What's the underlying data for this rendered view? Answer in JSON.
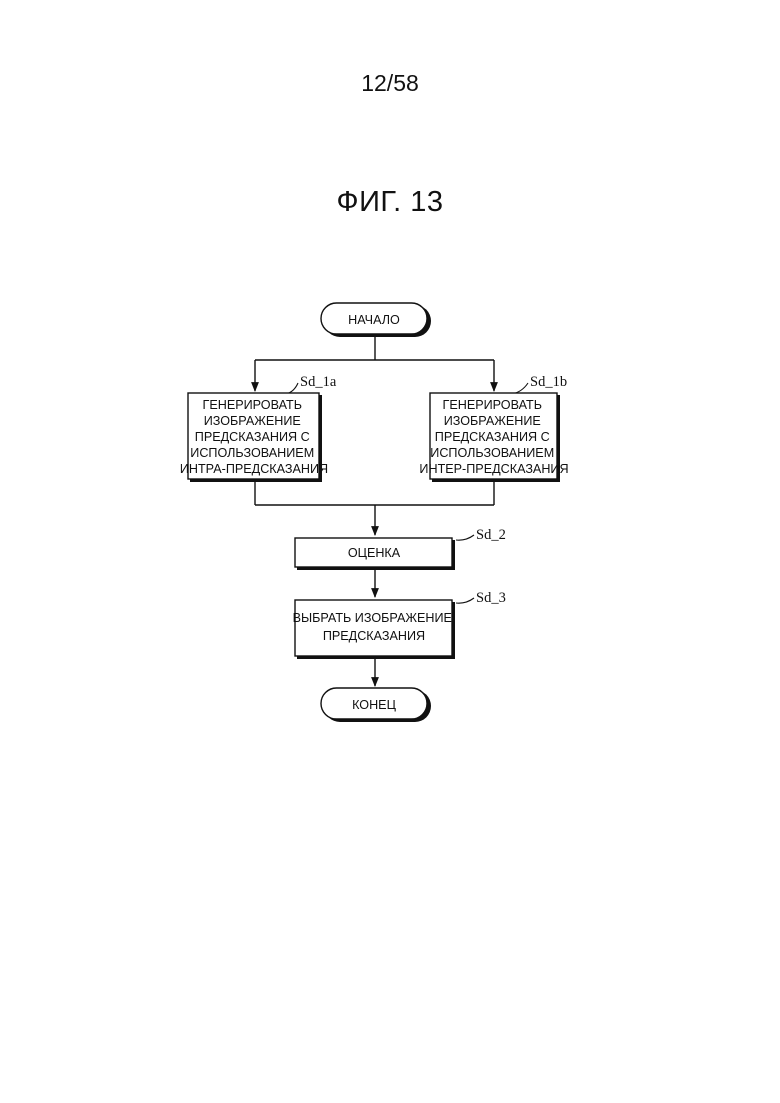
{
  "header": {
    "page_number": "12/58"
  },
  "figure": {
    "title": "ФИГ. 13"
  },
  "flowchart": {
    "start": "НАЧАЛО",
    "intra_box": {
      "step_id": "Sd_1a",
      "lines": [
        "ГЕНЕРИРОВАТЬ",
        "ИЗОБРАЖЕНИЕ",
        "ПРЕДСКАЗАНИЯ С",
        "ИСПОЛЬЗОВАНИЕМ",
        "ИНТРА-ПРЕДСКАЗАНИЯ"
      ]
    },
    "inter_box": {
      "step_id": "Sd_1b",
      "lines": [
        "ГЕНЕРИРОВАТЬ",
        "ИЗОБРАЖЕНИЕ",
        "ПРЕДСКАЗАНИЯ С",
        "ИСПОЛЬЗОВАНИЕМ",
        "ИНТЕР-ПРЕДСКАЗАНИЯ"
      ]
    },
    "evaluate_box": {
      "step_id": "Sd_2",
      "lines": [
        "ОЦЕНКА"
      ]
    },
    "select_box": {
      "step_id": "Sd_3",
      "lines": [
        "ВЫБРАТЬ ИЗОБРАЖЕНИЕ",
        "ПРЕДСКАЗАНИЯ"
      ]
    },
    "end": "КОНЕЦ"
  }
}
